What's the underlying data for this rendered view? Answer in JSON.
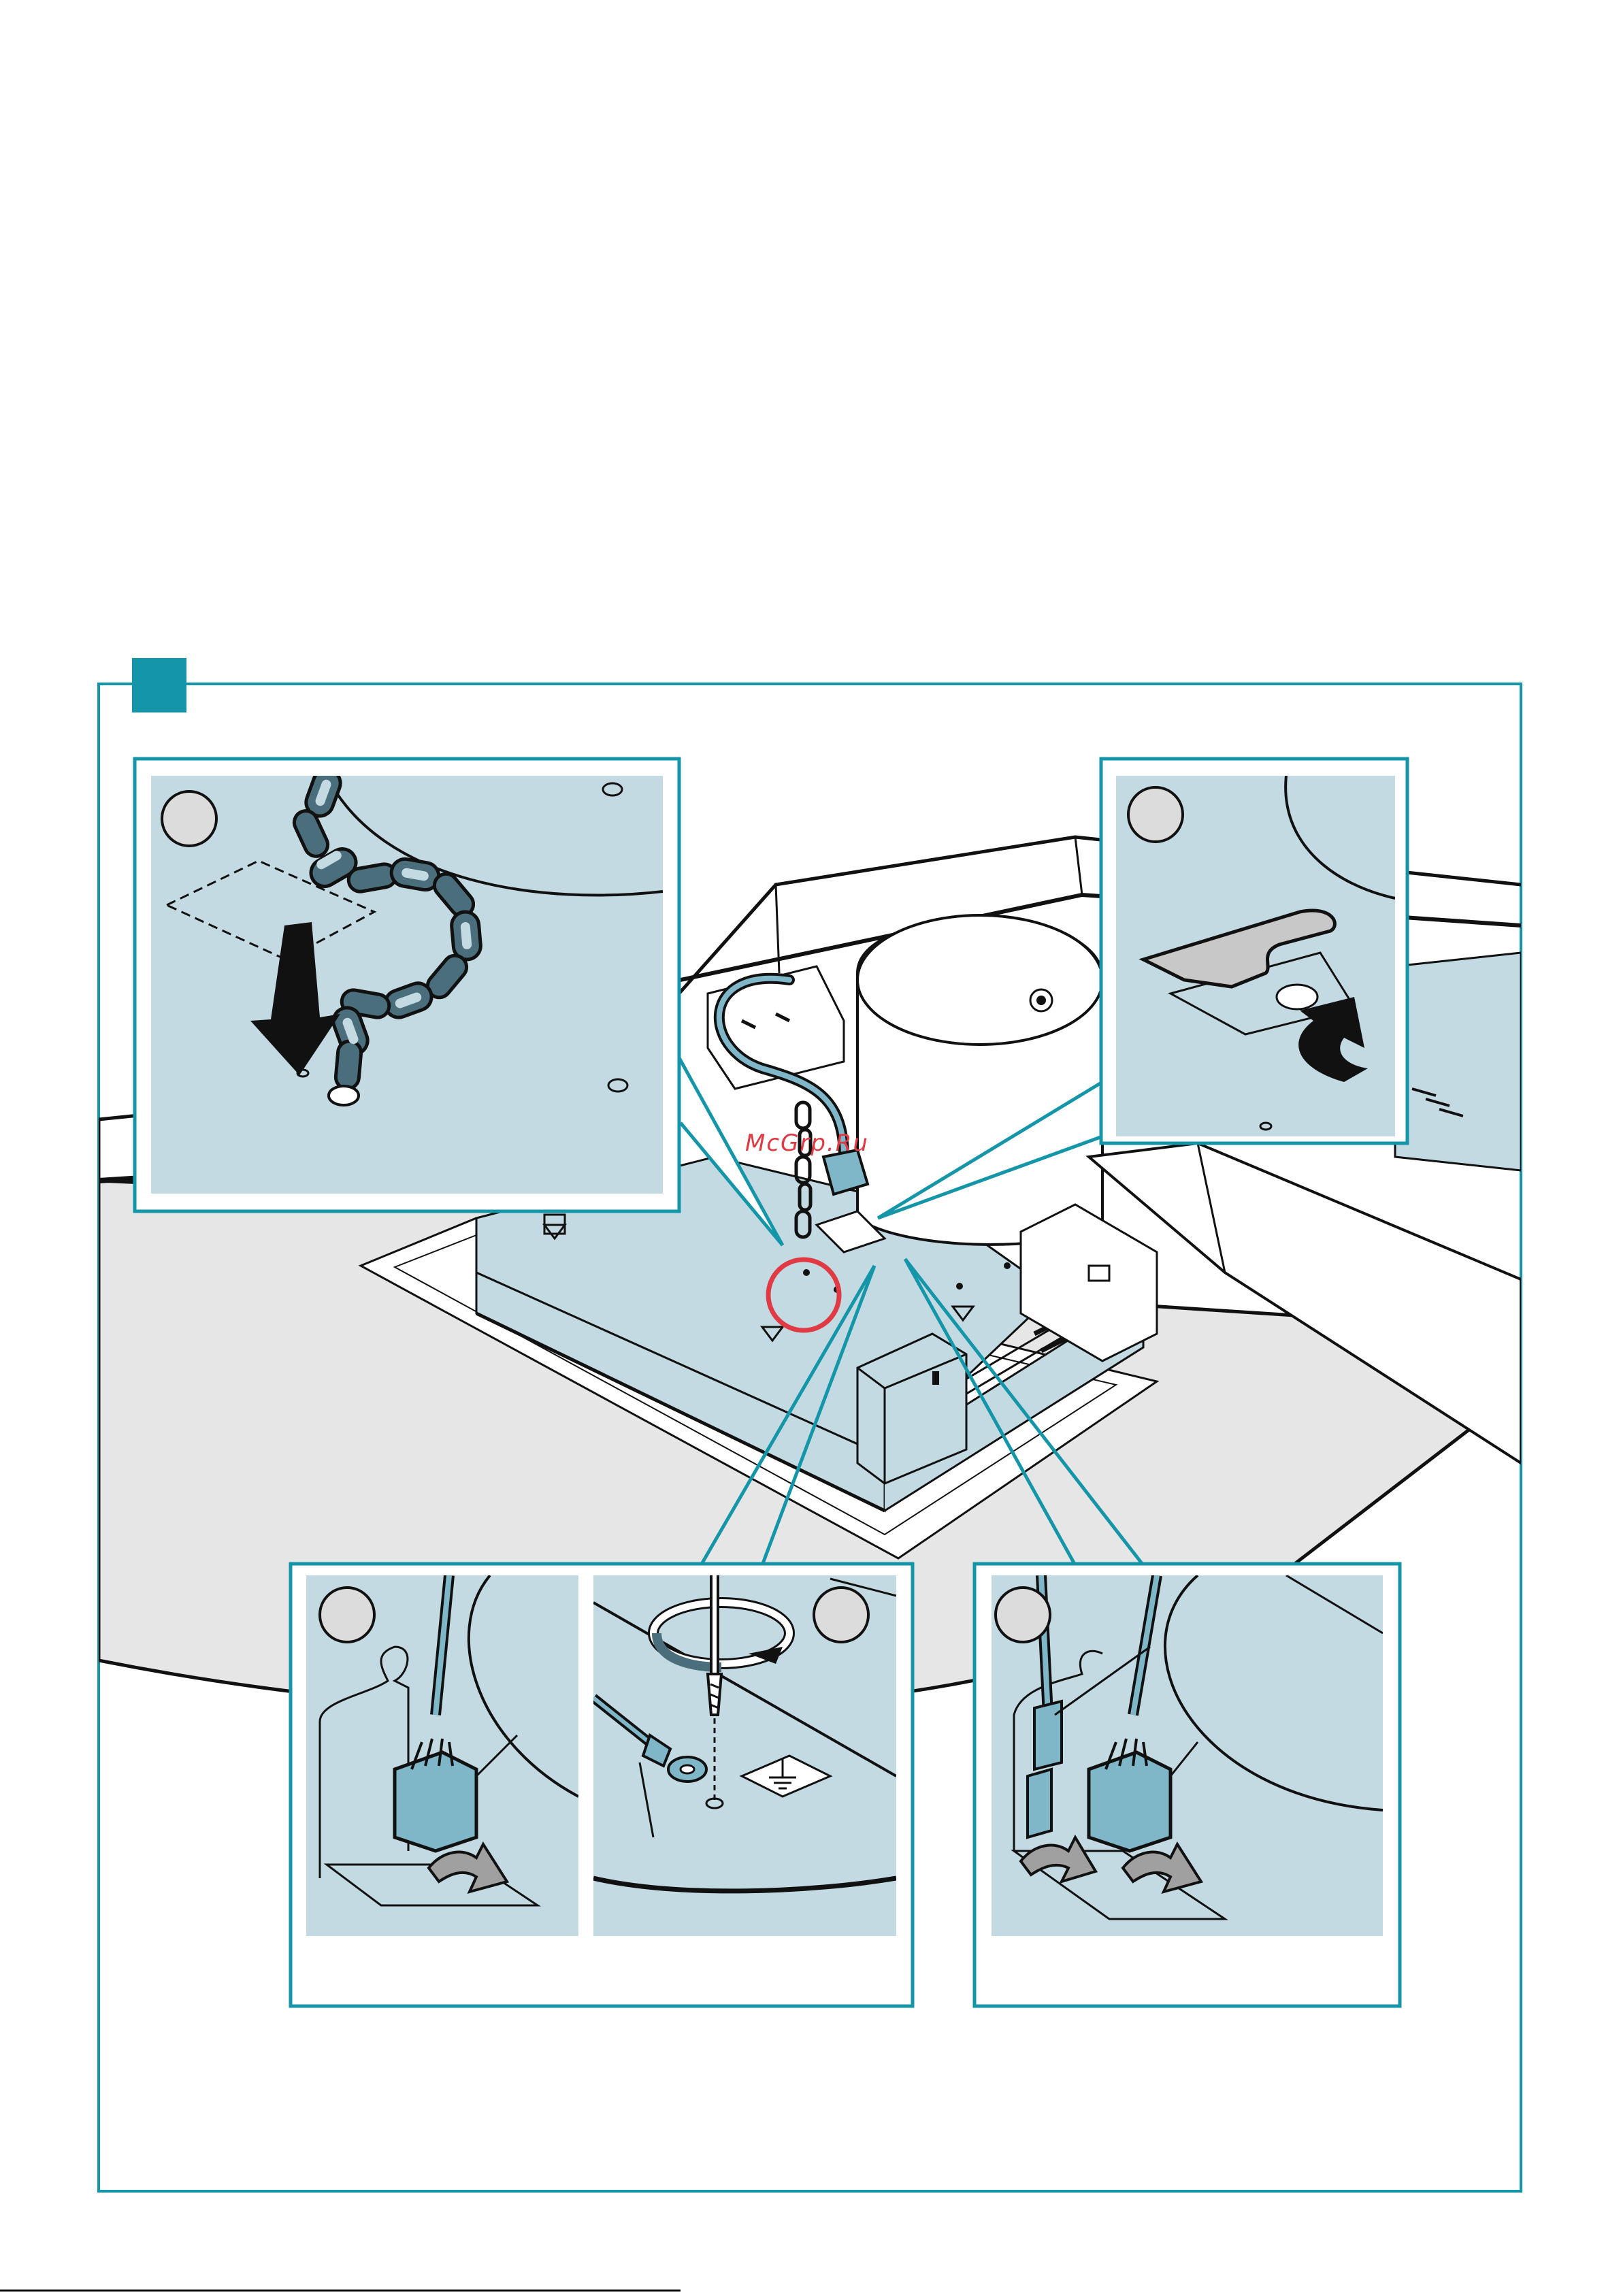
{
  "watermark": "McGrp.Ru",
  "colors": {
    "teal": "#1596a8",
    "light_blue": "#c3dae2",
    "cable_blue": "#7fb7c9",
    "floor_gray": "#e6e6e6",
    "highlight_red": "#e03a44",
    "outline": "#111111"
  },
  "panels": [
    {
      "id": "chain-detail",
      "icon": "chain-icon"
    },
    {
      "id": "cover-plate-detail",
      "icon": "cover-plate-icon"
    },
    {
      "id": "connector-detail",
      "icon": "connector-icon"
    },
    {
      "id": "ground-screw-detail",
      "icon": "ground-symbol-icon"
    },
    {
      "id": "double-connector-detail",
      "icon": "connector-icon"
    }
  ]
}
